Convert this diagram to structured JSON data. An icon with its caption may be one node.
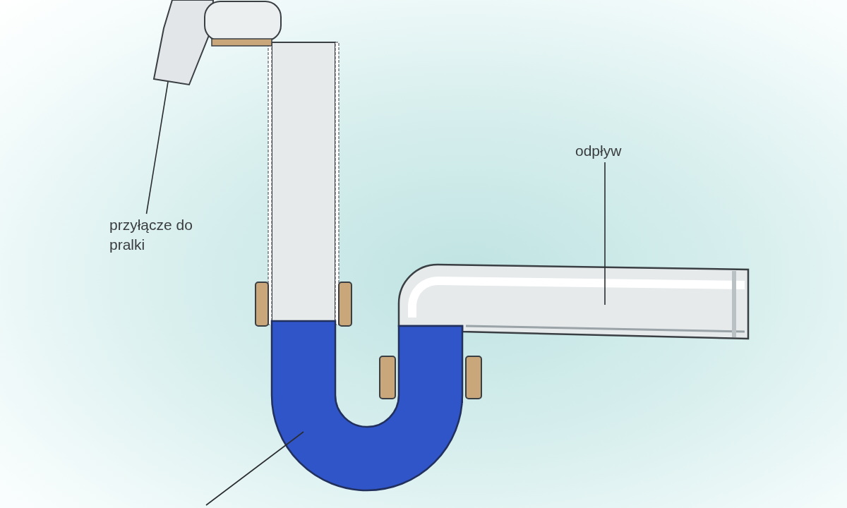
{
  "diagram": {
    "nodes": [
      {
        "text": [
          "przyłącze do pralki"
        ]
      },
      {
        "text": [],
        "shape": "picture"
      },
      {
        "text": [
          "odpływ"
        ]
      },
      {
        "text": [],
        "shape": "picture"
      },
      {
        "text": [],
        "shape": "picture"
      }
    ],
    "edges": [
      {
        "from": 0,
        "to": 1,
        "arrow": "none"
      },
      {
        "from": 2,
        "to": 3,
        "arrow": "none"
      },
      {
        "from": null,
        "to": 4,
        "arrow": "none"
      }
    ]
  }
}
